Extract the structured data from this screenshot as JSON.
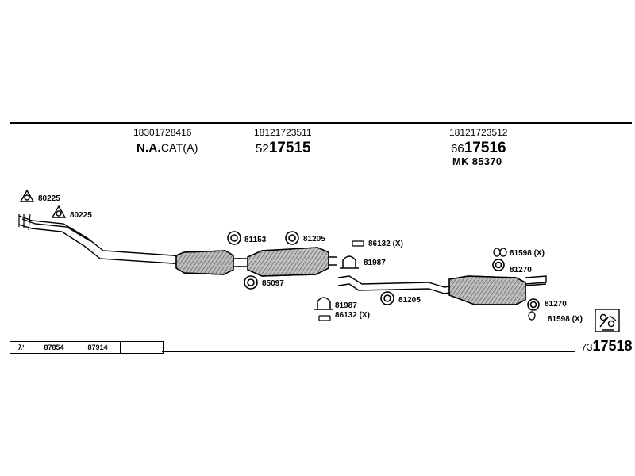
{
  "header": {
    "col1": {
      "oem": "18301728416",
      "note_bold": "N.A.",
      "note_rest": "CAT(A)"
    },
    "col2": {
      "oem": "18121723511",
      "ref_prefix": "52",
      "ref_main": "17515"
    },
    "col3": {
      "oem": "18121723512",
      "ref_prefix": "66",
      "ref_main": "17516",
      "mk": "MK  85370"
    }
  },
  "parts": [
    {
      "key": "gasket_a",
      "label": "80225"
    },
    {
      "key": "gasket_b",
      "label": "80225"
    },
    {
      "key": "ring_81153",
      "label": "81153"
    },
    {
      "key": "ring_81205_top",
      "label": "81205"
    },
    {
      "key": "ring_85097",
      "label": "85097"
    },
    {
      "key": "clamp_86132_top",
      "label": "86132 (X)"
    },
    {
      "key": "clamp_81987_top",
      "label": "81987"
    },
    {
      "key": "clamp_81987_bot",
      "label": "81987"
    },
    {
      "key": "clamp_86132_bot",
      "label": "86132 (X)"
    },
    {
      "key": "ring_81205_bot",
      "label": "81205"
    },
    {
      "key": "hanger_81598_top",
      "label": "81598 (X)"
    },
    {
      "key": "ring_81270_top",
      "label": "81270"
    },
    {
      "key": "ring_81270_bot",
      "label": "81270"
    },
    {
      "key": "hanger_81598_bot",
      "label": "81598 (X)"
    }
  ],
  "footer": {
    "lambda": "λ¹",
    "cells": [
      "87854",
      "87914"
    ],
    "ref_prefix": "73",
    "ref_main": "17518"
  },
  "icons": [
    "flange-gasket-icon",
    "ring-icon",
    "clamp-icon",
    "hanger-icon",
    "mounting-kit-icon"
  ]
}
